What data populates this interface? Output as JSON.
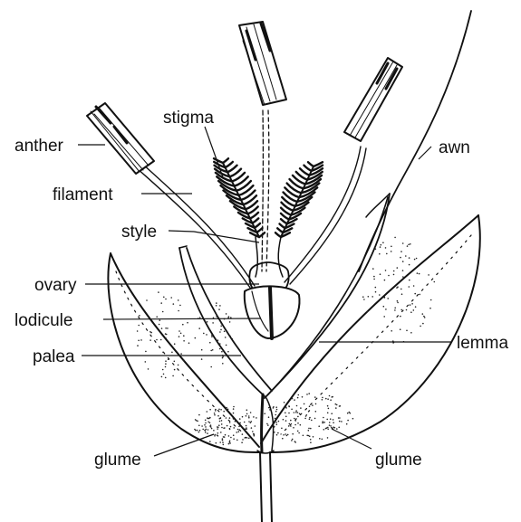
{
  "diagram": {
    "labels": {
      "anther": "anther",
      "filament": "filament",
      "stigma": "stigma",
      "style": "style",
      "ovary": "ovary",
      "lodicule": "lodicule",
      "palea": "palea",
      "glume_left": "glume",
      "glume_right": "glume",
      "awn": "awn",
      "lemma": "lemma"
    },
    "colors": {
      "ink": "#111111",
      "background": "#ffffff"
    }
  }
}
